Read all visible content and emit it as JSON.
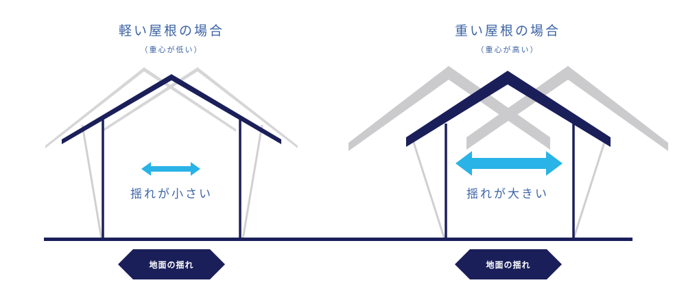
{
  "left_house": {
    "title": "軽い屋根の場合",
    "subtitle": "（重心が低い）",
    "sway_label": "揺れが小さい",
    "ground_label": "地面の揺れ"
  },
  "right_house": {
    "title": "重い屋根の場合",
    "subtitle": "（重心が高い）",
    "sway_label": "揺れが大きい",
    "ground_label": "地面の揺れ"
  },
  "colors": {
    "navy": "#1a1f5a",
    "ghost_gray": "#cfcfd1",
    "sway_arrow": "#29b3e6",
    "text_blue": "#3c64a6"
  }
}
